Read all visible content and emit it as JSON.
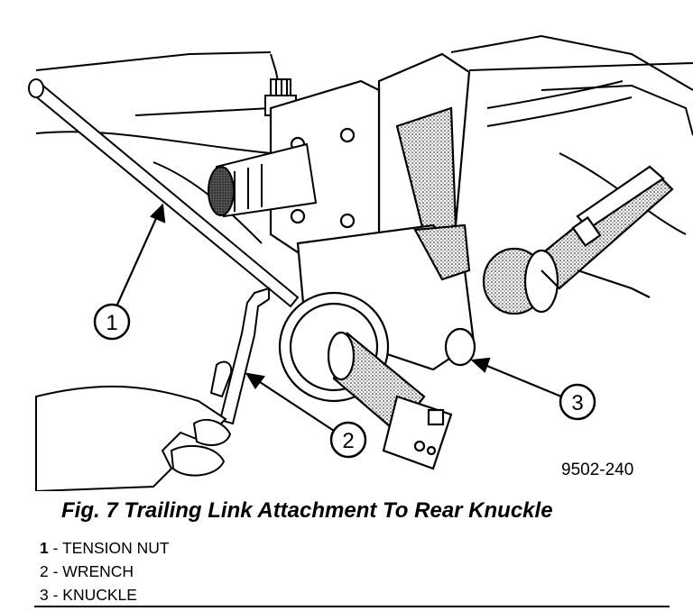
{
  "figure": {
    "id_label": "9502-240",
    "caption": "Fig. 7 Trailing Link Attachment To Rear Knuckle",
    "callouts": [
      "1",
      "2",
      "3"
    ],
    "legend": [
      {
        "num": "1",
        "sep": " - ",
        "text": "TENSION NUT"
      },
      {
        "num": "2",
        "sep": " - ",
        "text": "WRENCH"
      },
      {
        "num": "3",
        "sep": " - ",
        "text": "KNUCKLE"
      }
    ]
  }
}
